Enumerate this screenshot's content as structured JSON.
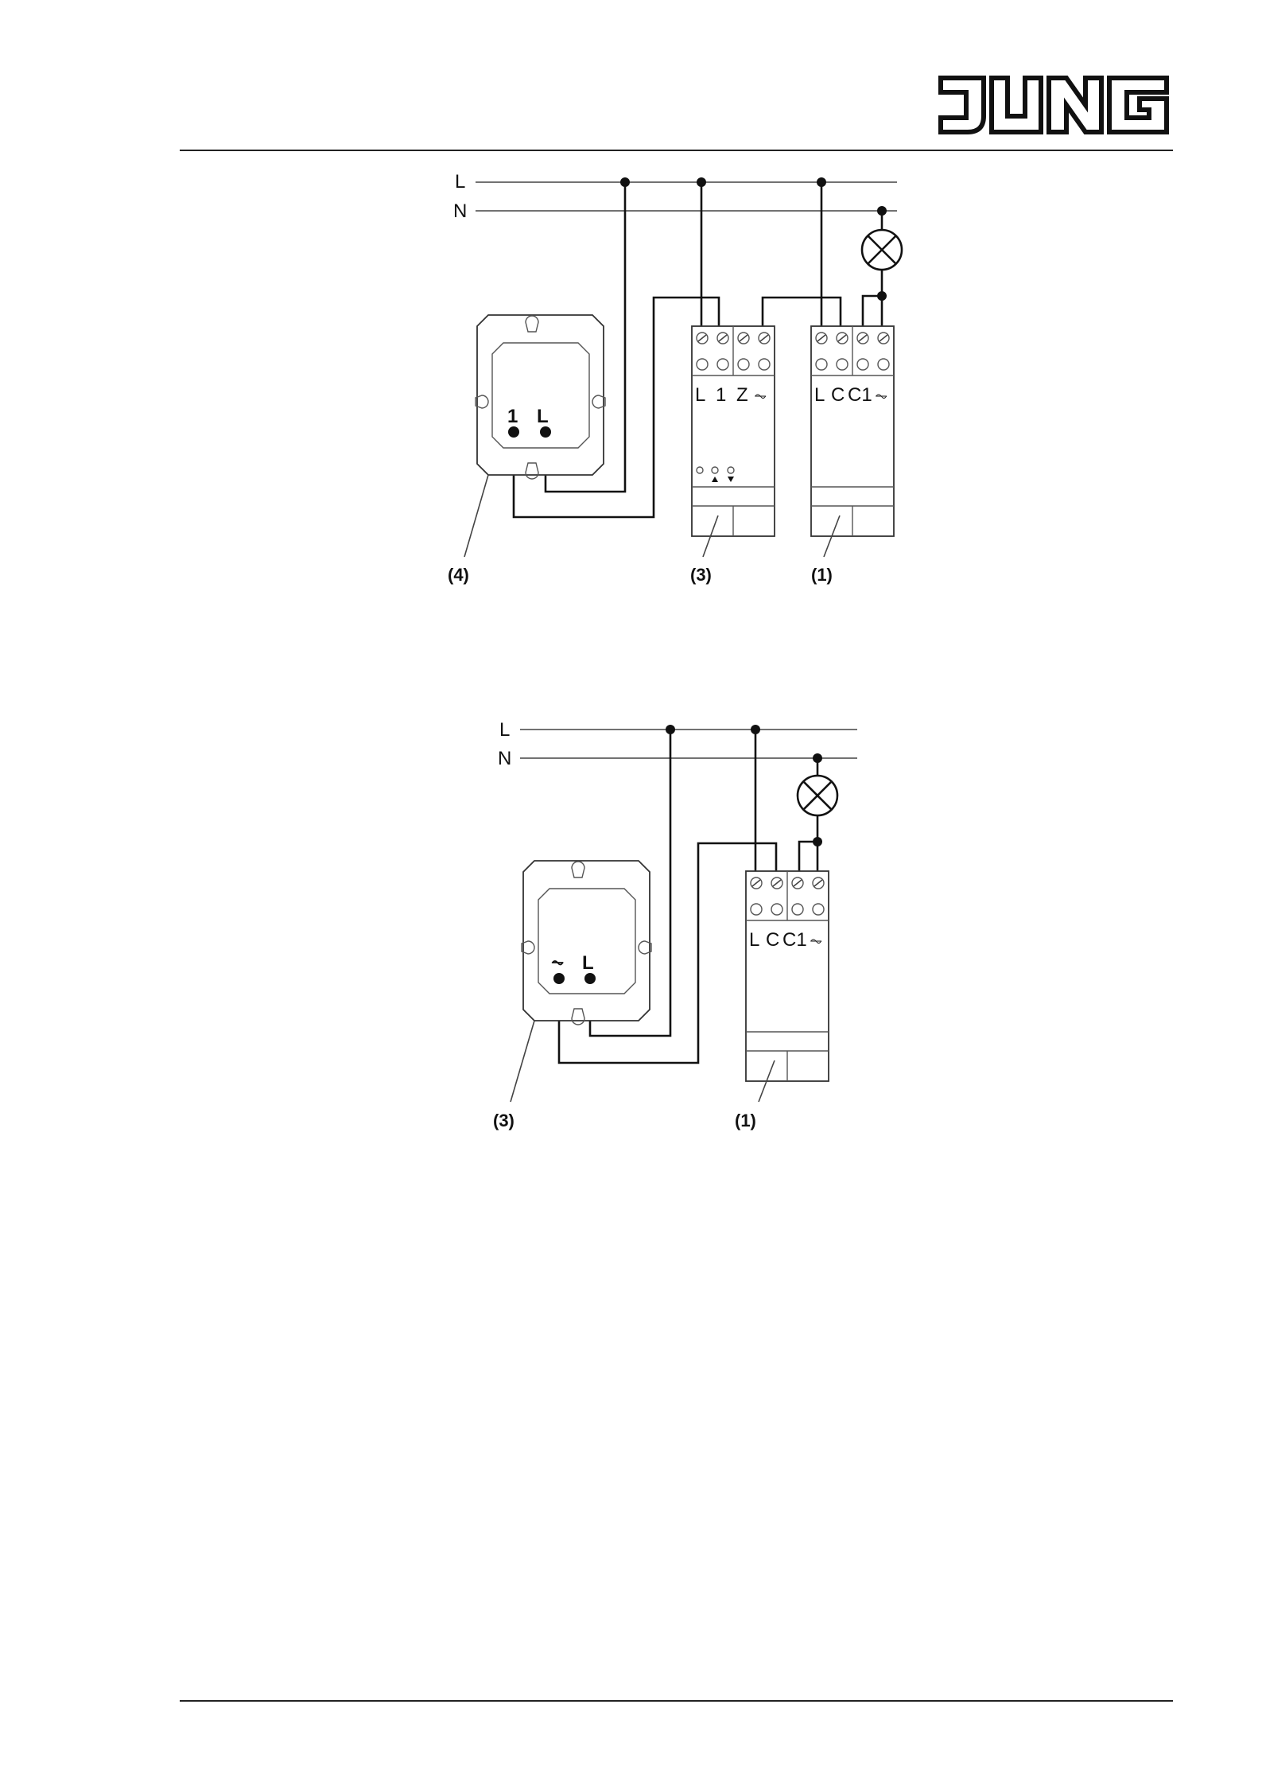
{
  "brand": {
    "logo_text": "JUNG"
  },
  "diagram_1": {
    "line_labels": {
      "L": "L",
      "N": "N"
    },
    "pushbutton": {
      "terminals": [
        "1",
        "L"
      ],
      "callout": "(4)"
    },
    "extension_unit": {
      "terminals": [
        "L",
        "1",
        "Z",
        "⏦"
      ],
      "callout": "(3)"
    },
    "actuator": {
      "terminals": [
        "L",
        "C",
        "C1",
        "⏦"
      ],
      "callout": "(1)"
    }
  },
  "diagram_2": {
    "line_labels": {
      "L": "L",
      "N": "N"
    },
    "pushbutton": {
      "terminals": [
        "⏦",
        "L"
      ],
      "callout": "(3)"
    },
    "actuator": {
      "terminals": [
        "L",
        "C",
        "C1",
        "⏦"
      ],
      "callout": "(1)"
    }
  }
}
